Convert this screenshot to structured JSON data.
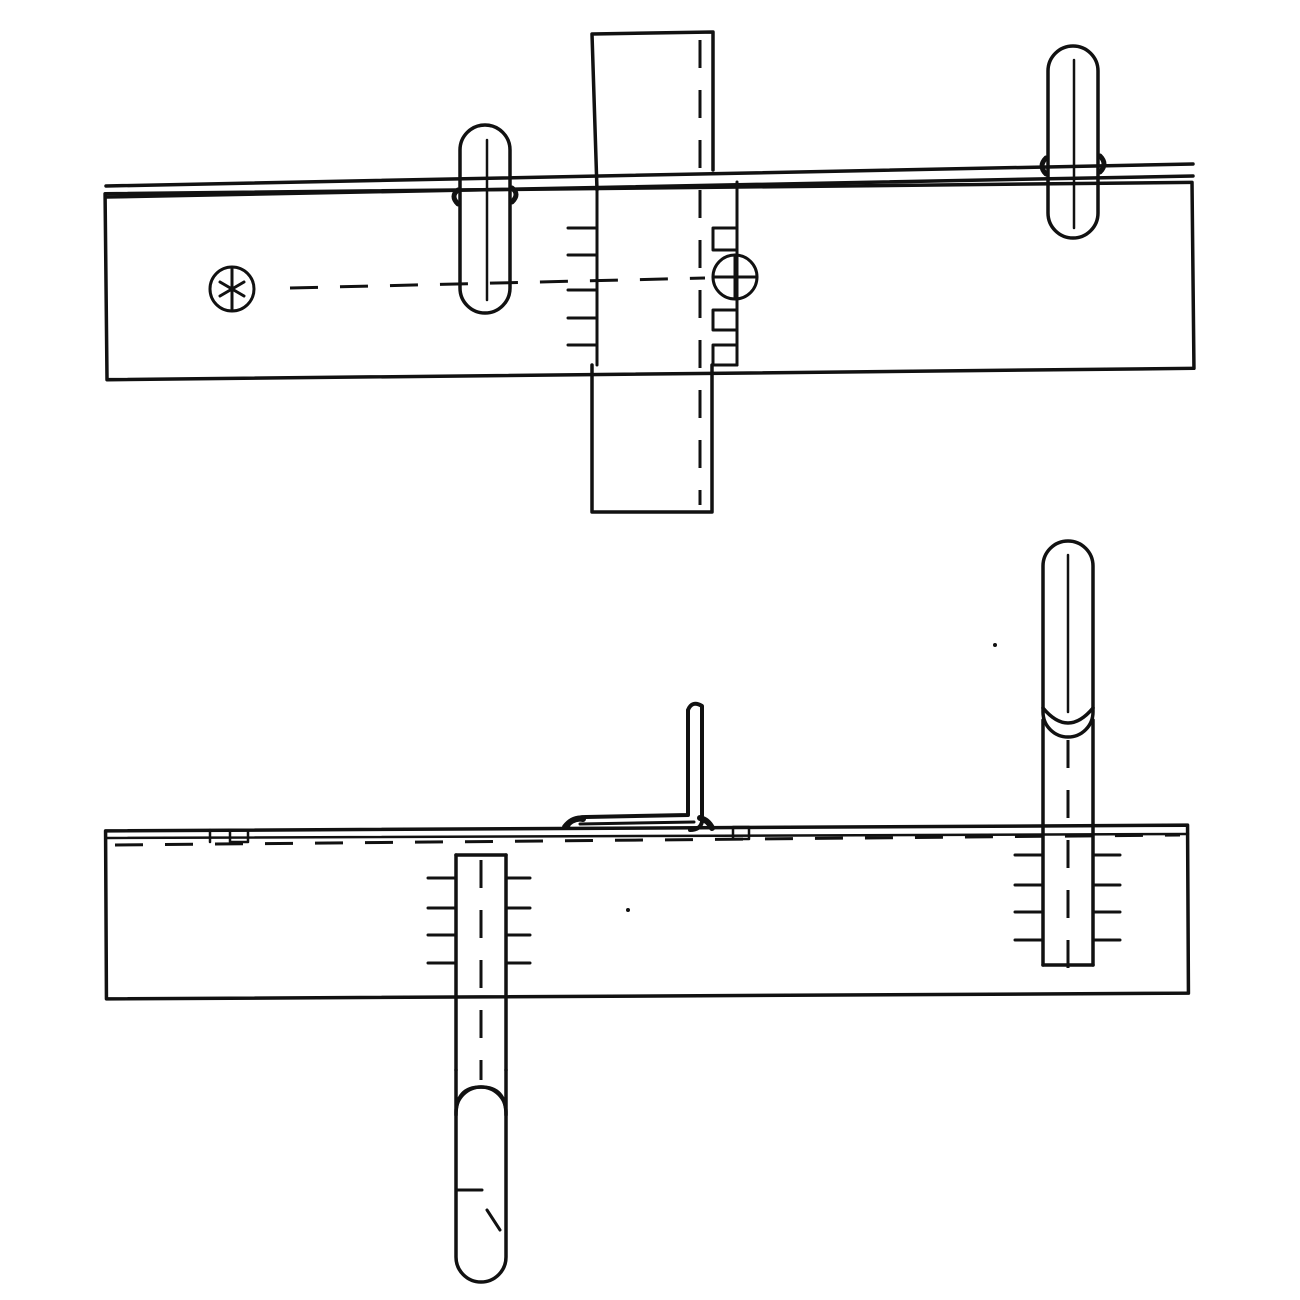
{
  "colors": {
    "ink": "#111111",
    "paper": "#ffffff"
  },
  "views": [
    {
      "name": "top-view",
      "parts": [
        "base-bar",
        "vertical-plate",
        "rod",
        "rollers",
        "pivot-screws",
        "tick-marks"
      ]
    },
    {
      "name": "side-view",
      "parts": [
        "base-bar",
        "handle",
        "slider-tube",
        "hook-pin",
        "tick-marks"
      ]
    }
  ]
}
